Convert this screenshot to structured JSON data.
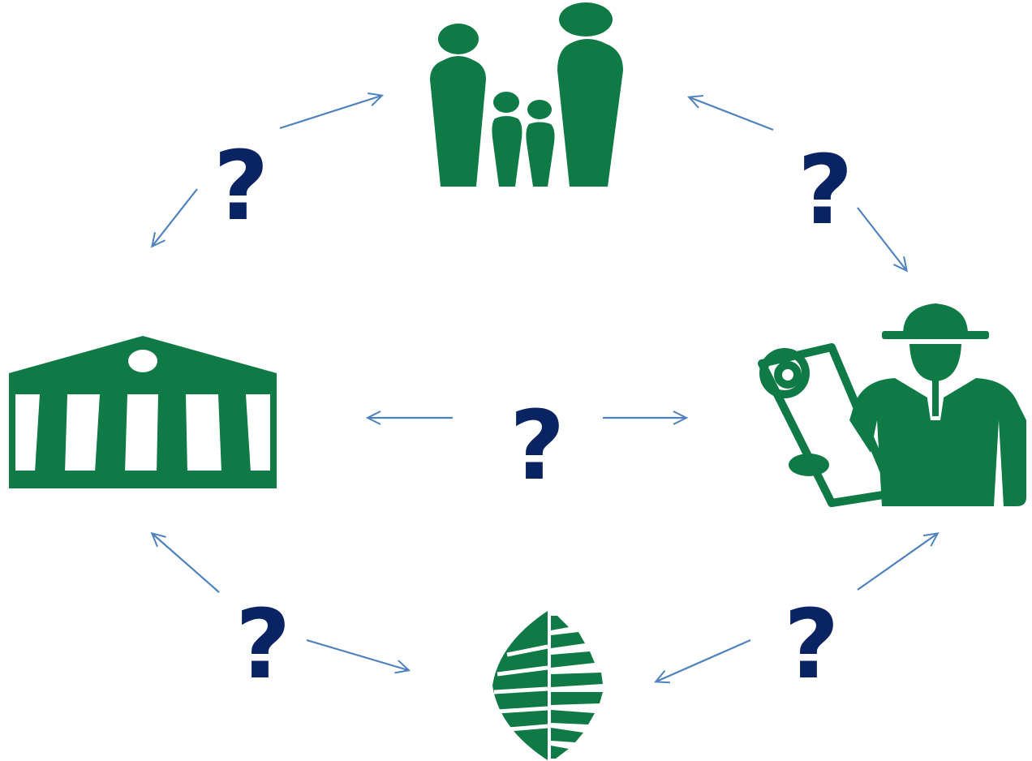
{
  "colors": {
    "icon_green": "#0f7a45",
    "question_navy": "#0a2463",
    "arrow_blue": "#4f81bd",
    "background": "#ffffff"
  },
  "nodes": [
    {
      "id": "family",
      "icon": "family-icon"
    },
    {
      "id": "government",
      "icon": "government-building-icon"
    },
    {
      "id": "worker",
      "icon": "construction-worker-icon"
    },
    {
      "id": "nature",
      "icon": "leaf-icon"
    }
  ],
  "question_marks": {
    "top_left": "?",
    "top_right": "?",
    "center": "?",
    "bottom_left": "?",
    "bottom_right": "?"
  },
  "edges": [
    {
      "from": "government",
      "to": "family",
      "label": "?",
      "direction": "bidirectional"
    },
    {
      "from": "family",
      "to": "worker",
      "label": "?",
      "direction": "bidirectional"
    },
    {
      "from": "government",
      "to": "worker",
      "label": "?",
      "direction": "bidirectional"
    },
    {
      "from": "government",
      "to": "nature",
      "label": "?",
      "direction": "bidirectional"
    },
    {
      "from": "worker",
      "to": "nature",
      "label": "?",
      "direction": "bidirectional"
    }
  ]
}
